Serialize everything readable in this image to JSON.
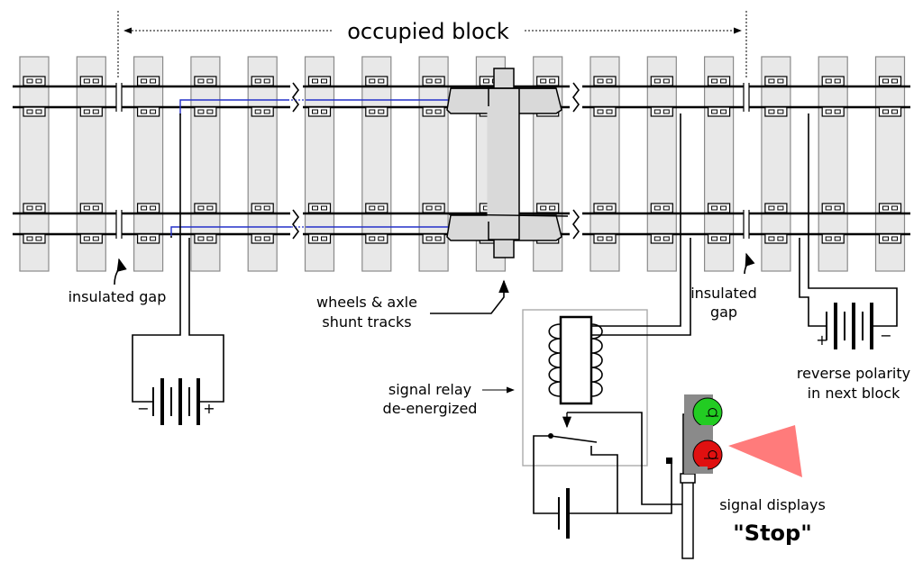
{
  "labels": {
    "occupied_block": "occupied block",
    "insulated_gap_left": "insulated gap",
    "insulated_gap_right_1": "insulated",
    "insulated_gap_right_2": "gap",
    "wheels_1": "wheels & axle",
    "wheels_2": "shunt tracks",
    "relay_1": "signal relay",
    "relay_2": "de-energized",
    "reverse_1": "reverse polarity",
    "reverse_2": "in next block",
    "signal_1": "signal displays",
    "stop": "\"Stop\"",
    "plus": "+",
    "minus": "−"
  },
  "colors": {
    "blue_wire": "#2431c9",
    "green_lamp": "#22cc22",
    "red_lamp": "#e01010",
    "light_beam": "#ff7b7b",
    "wheelset": "#d9d9d9"
  }
}
